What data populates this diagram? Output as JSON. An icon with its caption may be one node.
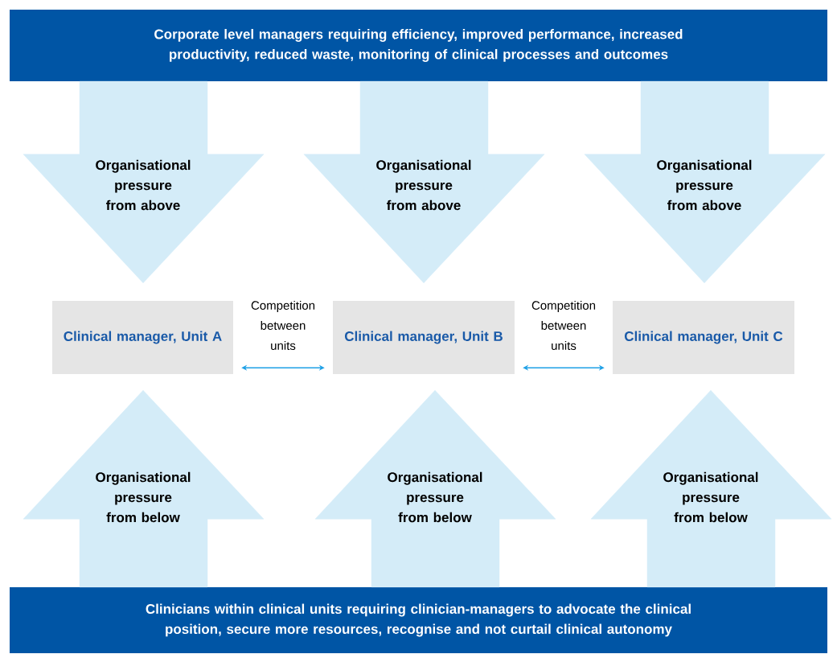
{
  "diagram": {
    "nodes": [
      {
        "text": [
          "Corporate level managers requiring efficiency, improved performance, increased productivity, reduced waste, monitoring of clinical processes and outcomes"
        ]
      },
      {
        "text": [
          "Clinical manager, Unit A"
        ]
      },
      {
        "text": [
          "Clinical manager, Unit B"
        ]
      },
      {
        "text": [
          "Clinical manager, Unit C"
        ]
      },
      {
        "text": [
          "Clinicians within clinical units requiring clinician-managers to advocate the clinical position, secure more resources, recognise and not curtail clinical autonomy"
        ]
      }
    ],
    "edges": [
      {
        "from": 0,
        "to": 1,
        "arrow": "to",
        "style": "thick",
        "label": "Organisational pressure from above"
      },
      {
        "from": 0,
        "to": 2,
        "arrow": "to",
        "style": "thick",
        "label": "Organisational pressure from above"
      },
      {
        "from": 0,
        "to": 3,
        "arrow": "to",
        "style": "thick",
        "label": "Organisational pressure from above"
      },
      {
        "from": 1,
        "to": 2,
        "arrow": "both",
        "color": "#1ea0e6",
        "label": "Competition between units"
      },
      {
        "from": 2,
        "to": 3,
        "arrow": "both",
        "color": "#1ea0e6",
        "label": "Competition between units"
      },
      {
        "from": 4,
        "to": 1,
        "arrow": "to",
        "style": "thick",
        "label": "Organisational pressure from below"
      },
      {
        "from": 4,
        "to": 2,
        "arrow": "to",
        "style": "thick",
        "label": "Organisational pressure from below"
      },
      {
        "from": 4,
        "to": 3,
        "arrow": "to",
        "style": "thick",
        "label": "Organisational pressure from below"
      }
    ]
  }
}
